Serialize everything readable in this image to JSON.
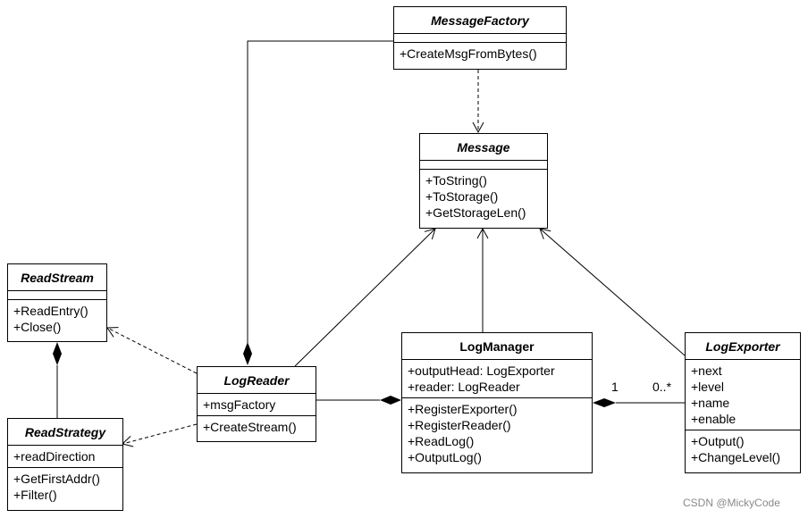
{
  "classes": {
    "message_factory": {
      "name": "MessageFactory",
      "attributes": [],
      "methods": [
        "+CreateMsgFromBytes()"
      ]
    },
    "message": {
      "name": "Message",
      "attributes": [],
      "methods": [
        "+ToString()",
        "+ToStorage()",
        "+GetStorageLen()"
      ]
    },
    "read_stream": {
      "name": "ReadStream",
      "attributes": [],
      "methods": [
        "+ReadEntry()",
        "+Close()"
      ]
    },
    "read_strategy": {
      "name": "ReadStrategy",
      "attributes": [
        "+readDirection"
      ],
      "methods": [
        "+GetFirstAddr()",
        "+Filter()"
      ]
    },
    "log_reader": {
      "name": "LogReader",
      "attributes": [
        "+msgFactory"
      ],
      "methods": [
        "+CreateStream()"
      ]
    },
    "log_manager": {
      "name": "LogManager",
      "attributes": [
        "+outputHead: LogExporter",
        "+reader: LogReader"
      ],
      "methods": [
        "+RegisterExporter()",
        "+RegisterReader()",
        "+ReadLog()",
        "+OutputLog()"
      ]
    },
    "log_exporter": {
      "name": "LogExporter",
      "attributes": [
        "+next",
        "+level",
        "+name",
        "+enable"
      ],
      "methods": [
        "+Output()",
        "+ChangeLevel()"
      ]
    }
  },
  "multiplicities": {
    "manager_side": "1",
    "exporter_side": "0..*"
  },
  "watermark": "CSDN @MickyCode"
}
